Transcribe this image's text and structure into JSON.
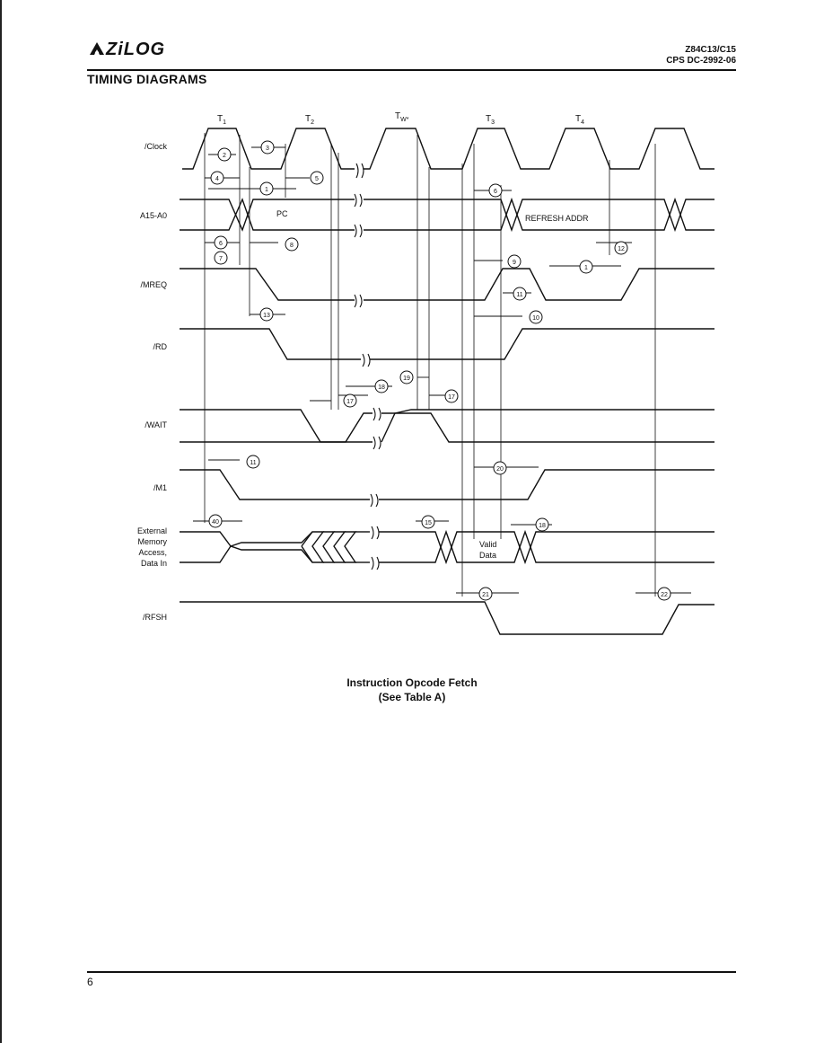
{
  "header": {
    "logo_text": "ZiLOG",
    "part_number": "Z84C13/C15",
    "doc_code": "CPS DC-2992-06"
  },
  "section_title": "TIMING DIAGRAMS",
  "diagram": {
    "clock_states": [
      {
        "label": "T",
        "sub": "1"
      },
      {
        "label": "T",
        "sub": "2"
      },
      {
        "label": "T",
        "sub": "W*"
      },
      {
        "label": "T",
        "sub": "3"
      },
      {
        "label": "T",
        "sub": "4"
      }
    ],
    "signals": [
      "/Clock",
      "A15-A0",
      "/MREQ",
      "/RD",
      "/WAIT",
      "/M1",
      "External",
      "Memory",
      "Access,",
      "Data In",
      "/RFSH"
    ],
    "bus_labels": {
      "pc": "PC",
      "refresh": "REFRESH ADDR",
      "valid1": "Valid",
      "valid2": "Data"
    },
    "params": [
      "2",
      "3",
      "4",
      "1",
      "5",
      "6",
      "6",
      "7",
      "8",
      "9",
      "1",
      "12",
      "11",
      "13",
      "10",
      "17",
      "18",
      "19",
      "17",
      "11",
      "40",
      "15",
      "20",
      "18",
      "21",
      "22"
    ]
  },
  "caption": {
    "line1": "Instruction Opcode Fetch",
    "line2": "(See Table A)"
  },
  "page_number": "6"
}
